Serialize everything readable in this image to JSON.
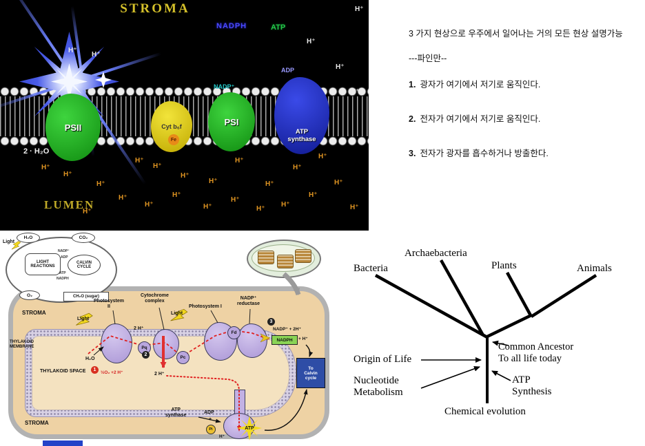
{
  "photo": {
    "stroma": "STROMA",
    "lumen": "LUMEN",
    "nadph": "NADPH",
    "atp": "ATP",
    "nadp": "NADP⁺",
    "adp": "ADP",
    "psii": "PSII",
    "cyt": "Cyt b₆f",
    "psi": "PSI",
    "atp_synthase": "ATP\nsynthase",
    "water": "2 · H₂O",
    "fe": "Fe",
    "h": "H⁺"
  },
  "korean": {
    "intro": "3 가지 현상으로 우주에서 일어나는 거의 모든 현상 설명가능",
    "attribution": "---파인만--",
    "items": [
      {
        "num": "1.",
        "text": "광자가 여기에서 저기로 움직인다."
      },
      {
        "num": "2.",
        "text": "전자가 여기에서 저기로 움직인다."
      },
      {
        "num": "3.",
        "text": "전자가 광자를 흡수하거나 방출한다."
      }
    ]
  },
  "figure": {
    "inset": {
      "light": "Light",
      "h2o": "H₂O",
      "co2": "CO₂",
      "light_reactions": "LIGHT\nREACTIONS",
      "calvin_cycle": "CALVIN\nCYCLE",
      "nadp": "NADP⁺",
      "nadph": "NADPH",
      "adp": "ADP",
      "atp": "ATP",
      "o2": "O₂",
      "sugar": "CH₂O (sugar)"
    },
    "main": {
      "stroma": "STROMA",
      "membrane_label": "THYLAKOID\nMEMBRANE",
      "space_label": "THYLAKOID SPACE",
      "light": "Light",
      "ps2": "Photosystem\nII",
      "cytochrome": "Cytochrome\ncomplex",
      "ps1": "Photosystem I",
      "reductase": "NADP⁺\nreductase",
      "pq": "Pq",
      "pc": "Pc",
      "fd": "Fd",
      "h2o": "H₂O",
      "o2_product": "½O₂ +2 H⁺",
      "two_h": "2 H⁺",
      "nadp_substrate": "NADP⁺ + 2H⁺",
      "nadph": "NADPH",
      "plus_h": "+ H⁺",
      "to_calvin": "To\nCalvin\ncycle",
      "atp_synthase": "ATP\nsynthase",
      "adp": "ADP",
      "plus": "+",
      "pi": "Pi",
      "atp": "ATP",
      "h": "H⁺",
      "step1": "1",
      "step2": "2",
      "step3": "3"
    }
  },
  "tree": {
    "taxa": [
      "Bacteria",
      "Archaebacteria",
      "Plants",
      "Animals"
    ],
    "common_ancestor": "Common Ancestor\nTo all life today",
    "origin": "Origin of Life",
    "nucleotide": "Nucleotide\nMetabolism",
    "atp_synthesis": "ATP\nSynthesis",
    "chemical_evolution": "Chemical evolution"
  }
}
